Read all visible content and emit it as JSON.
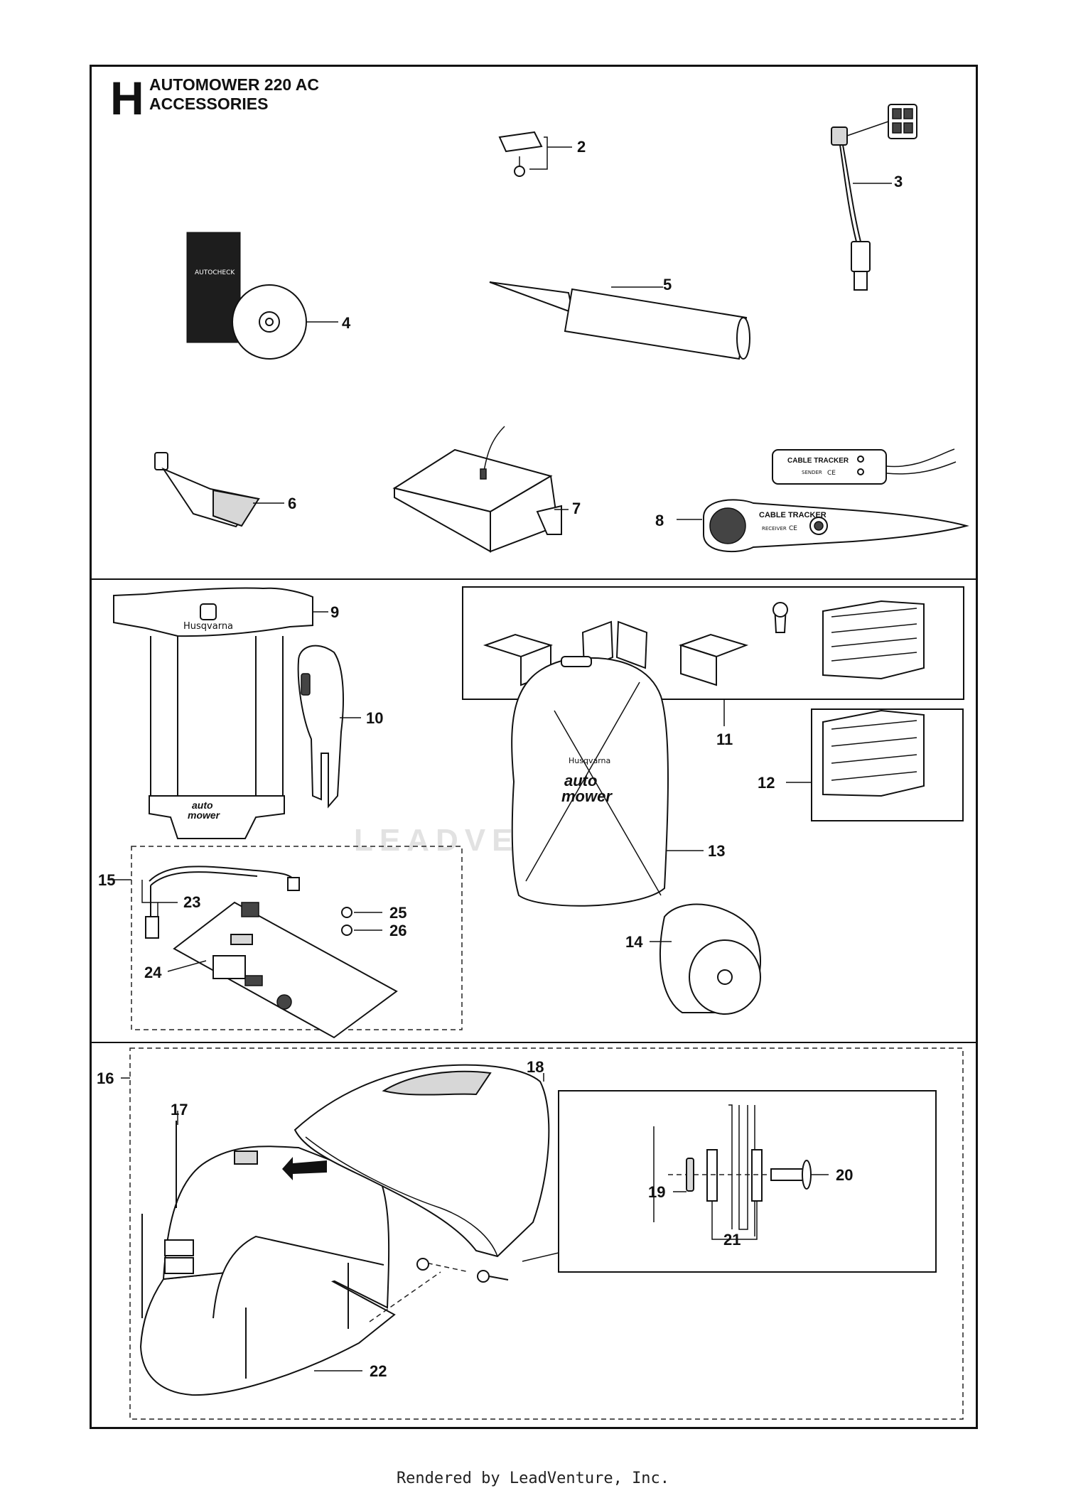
{
  "diagram": {
    "section_letter": "H",
    "title_line1": "AUTOMOWER 220 AC",
    "title_line2": "ACCESSORIES",
    "callouts": [
      "2",
      "3",
      "4",
      "5",
      "6",
      "7",
      "8",
      "9",
      "10",
      "11",
      "12",
      "13",
      "14",
      "15",
      "16",
      "17",
      "18",
      "19",
      "20",
      "21",
      "22",
      "23",
      "24",
      "25",
      "26"
    ],
    "part_text": {
      "cable_tracker": "CABLE TRACKER",
      "sender": "SENDER",
      "receiver": "RECEIVER",
      "ce": "CE",
      "brand": "Husqvarna",
      "auto": "auto",
      "mower": "mower",
      "manual": "AUTOCHECK"
    }
  },
  "watermark": "LEADVENTURE",
  "footer": "Rendered by LeadVenture, Inc."
}
